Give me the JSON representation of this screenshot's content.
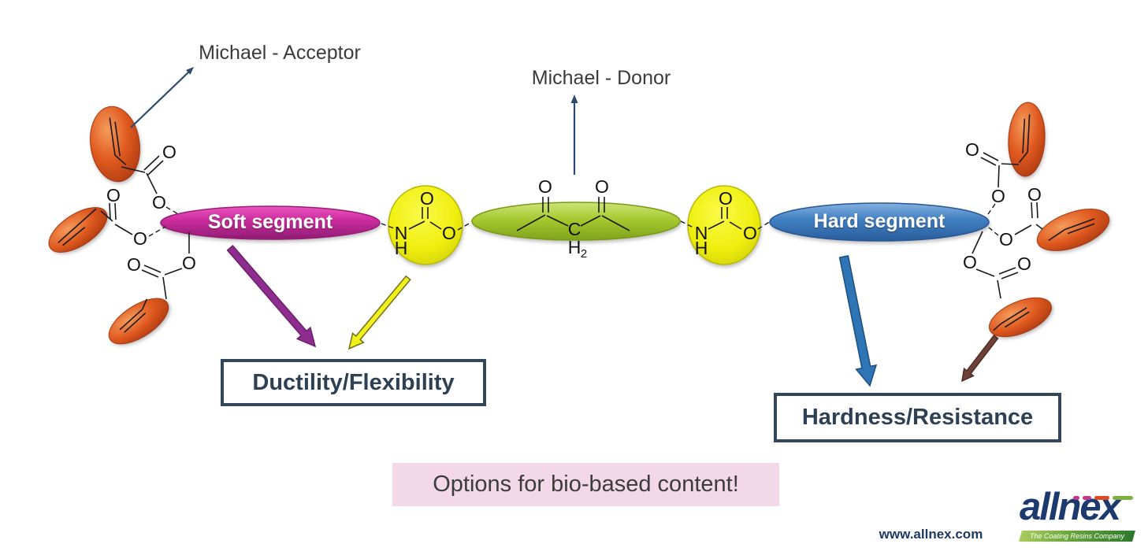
{
  "annotations": {
    "michael_acceptor": "Michael - Acceptor",
    "michael_donor": "Michael - Donor"
  },
  "segments": {
    "soft": "Soft segment",
    "hard": "Hard segment"
  },
  "callouts": {
    "ductility": "Ductility/Flexibility",
    "hardness": "Hardness/Resistance",
    "bio_based": "Options for bio-based content!"
  },
  "footer": {
    "website": "www.allnex.com",
    "logo_brand": "allnex",
    "logo_tagline": "The Coating Resins Company"
  },
  "atoms": {
    "O": "O",
    "N": "N",
    "H": "H",
    "C": "C",
    "sub2": "2"
  },
  "colors": {
    "acrylate_orange": "#e05a20",
    "soft_segment_magenta": "#ce2da0",
    "urethane_yellow": "#efef10",
    "michael_donor_green": "#a6c92f",
    "hard_segment_blue": "#3e7ec1",
    "navy_text": "#2e4053",
    "box_border": "#33475b",
    "arrow_navy": "#2c4a6e",
    "arrow_purple": "#8f2c90",
    "arrow_yellow": "#f0f01a",
    "arrow_blue": "#2e75b6",
    "arrow_brown": "#6f4037",
    "pink_banner_bg": "#f3d9e8",
    "logo_navy": "#1c3a6d",
    "logo_dash_magenta": "#c23a90",
    "logo_dash_orange": "#de4a26",
    "logo_dash_green": "#7cb13e"
  }
}
